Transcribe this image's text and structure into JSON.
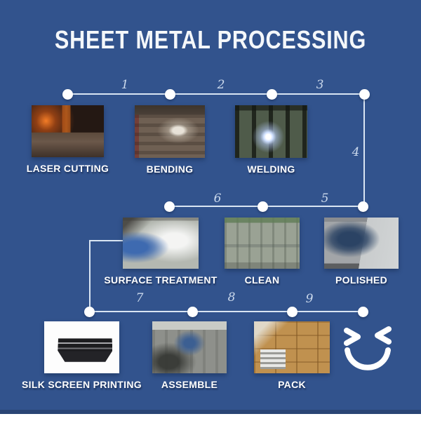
{
  "title": "SHEET METAL PROCESSING",
  "steps": [
    {
      "label": "LASER CUTTING",
      "photo_alt": "laser cutting machine cutting a metal sheet with orange glow"
    },
    {
      "label": "BENDING",
      "photo_alt": "worker operating a press brake bending machine"
    },
    {
      "label": "WELDING",
      "photo_alt": "welder working with bright sparks inside a metal frame"
    },
    {
      "label": "POLISHED",
      "photo_alt": "worker polishing a sheet metal part"
    },
    {
      "label": "CLEAN",
      "photo_alt": "industrial cleaning line in a factory"
    },
    {
      "label": "SURFACE TREATMENT",
      "photo_alt": "worker in blue protective suit spray painting parts"
    },
    {
      "label": "SILK SCREEN PRINTING",
      "photo_alt": "black printed enclosure on a white background"
    },
    {
      "label": "ASSEMBLE",
      "photo_alt": "workers assembling products in a workshop"
    },
    {
      "label": "PACK",
      "photo_alt": "warehouse stacked with cardboard boxes"
    }
  ],
  "connector_numbers": [
    "1",
    "2",
    "3",
    "4",
    "5",
    "6",
    "7",
    "8",
    "9"
  ],
  "icons": {
    "finish": "winking-smiley-icon"
  },
  "colors": {
    "background": "#32538D",
    "connector_line": "#D9E5F3",
    "connector_dot": "#FFFFFF",
    "step_number": "#CBD9EC",
    "step_label": "#FFFFFF",
    "title": "#F4F7FA",
    "bottom_bar": "#2A4574",
    "bottom_strip": "#FFFFFF",
    "smiley": "#FFFFFF"
  }
}
